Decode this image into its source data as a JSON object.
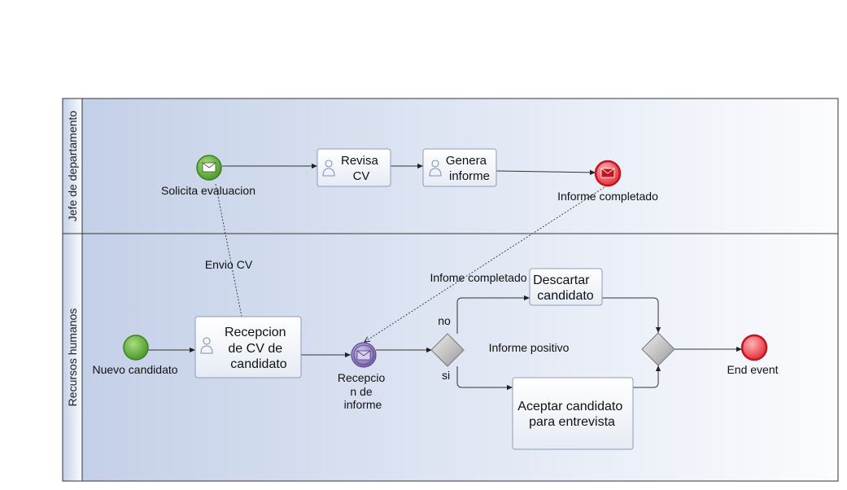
{
  "pool": {
    "lanes": [
      {
        "name": "Jefe de departamento"
      },
      {
        "name": "Recursos humanos"
      }
    ]
  },
  "nodes": {
    "solicita_evaluacion": {
      "label": "Solicita evaluacion"
    },
    "revisa_cv": {
      "label_lines": [
        "Revisa",
        "CV"
      ]
    },
    "genera_informe": {
      "label_lines": [
        "Genera",
        "informe"
      ]
    },
    "informe_completado_end": {
      "label": "Informe completado"
    },
    "nuevo_candidato": {
      "label": "Nuevo candidato"
    },
    "recepcion_cv": {
      "label_lines": [
        "Recepcion",
        "de CV de",
        "candidato"
      ]
    },
    "recepcion_informe": {
      "label_lines": [
        "Recepcio",
        "n de",
        "informe"
      ]
    },
    "descartar": {
      "label_lines": [
        "Descartar",
        "candidato"
      ]
    },
    "aceptar": {
      "label_lines": [
        "Aceptar candidato",
        "para entrevista"
      ]
    },
    "end_event": {
      "label": "End event"
    }
  },
  "flow_labels": {
    "envio_cv": "Envio CV",
    "infome_completado": "Infome completado",
    "no": "no",
    "si": "si",
    "informe_positivo": "Informe positivo"
  },
  "colors": {
    "lane_fill_start": "#c7d3e9",
    "lane_fill_end": "#ffffff",
    "task_stroke": "#8c9dba",
    "start_event": "#6bb845",
    "end_event": "#e0303a",
    "intermediate_event": "#8b75b8",
    "gateway": "#b8b8b8"
  }
}
